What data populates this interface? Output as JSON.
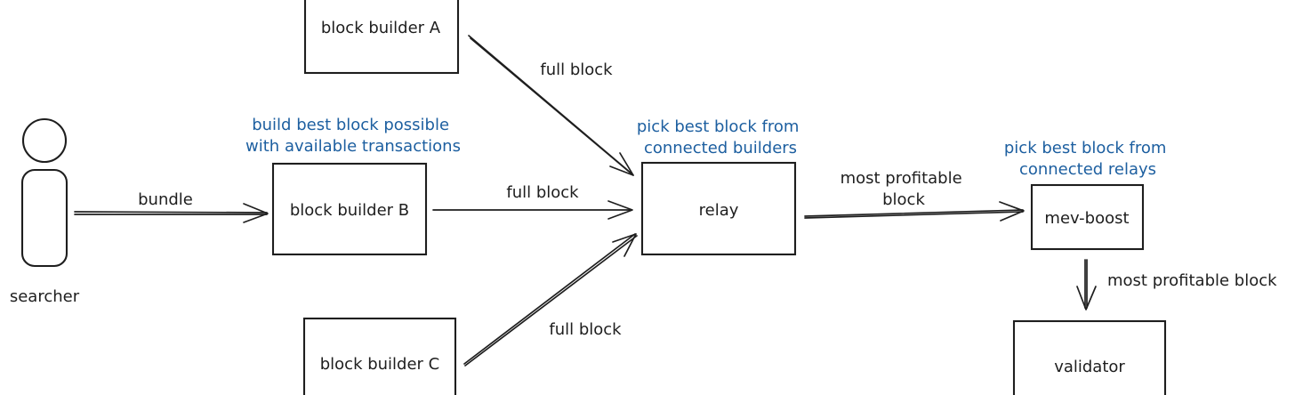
{
  "actors": {
    "searcher": "searcher"
  },
  "boxes": {
    "builder_a": "block builder A",
    "builder_b": "block builder B",
    "builder_c": "block builder C",
    "relay": "relay",
    "mev_boost": "mev-boost",
    "validator": "validator"
  },
  "notes": {
    "builder_b": [
      "build best block possible",
      "with available transactions"
    ],
    "relay": [
      "pick best block from",
      "connected builders"
    ],
    "mev_boost": [
      "pick best block from",
      "connected relays"
    ]
  },
  "edges": {
    "searcher_to_builder_b": "bundle",
    "builder_a_to_relay": "full block",
    "builder_b_to_relay": "full block",
    "builder_c_to_relay": "full block",
    "relay_to_mev_boost": [
      "most profitable",
      "block"
    ],
    "mev_boost_to_validator": "most profitable block"
  },
  "colors": {
    "ink": "#1e1e1e",
    "note": "#1d5fa0",
    "background": "#ffffff"
  }
}
